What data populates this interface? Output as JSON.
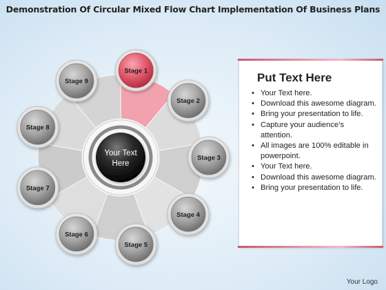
{
  "title": "Demonstration Of Circular Mixed Flow Chart Implementation Of Business Plans",
  "center_label": [
    "Your Text",
    "Here"
  ],
  "stages": [
    {
      "label": "Stage 1",
      "highlighted": true
    },
    {
      "label": "Stage 2",
      "highlighted": false
    },
    {
      "label": "Stage 3",
      "highlighted": false
    },
    {
      "label": "Stage 4",
      "highlighted": false
    },
    {
      "label": "Stage 5",
      "highlighted": false
    },
    {
      "label": "Stage 6",
      "highlighted": false
    },
    {
      "label": "Stage 7",
      "highlighted": false
    },
    {
      "label": "Stage 8",
      "highlighted": false
    },
    {
      "label": "Stage 9",
      "highlighted": false
    }
  ],
  "panel": {
    "heading": "Put Text Here",
    "items": [
      "Your Text here.",
      "Download this awesome diagram.",
      "Bring your presentation to life.",
      "Capture your audience’s attention.",
      "All images are 100% editable in powerpoint.",
      "Your Text here.",
      "Download this awesome diagram.",
      "Bring your presentation to life."
    ]
  },
  "logo": "Your Logo",
  "colors": {
    "highlight": "#e0465c",
    "segment_gray": "#d2d2d2",
    "segment_highlight": "#f2a2ae",
    "circle_gray": "#9a9a9a",
    "center_dark": "#1a1a1a"
  }
}
